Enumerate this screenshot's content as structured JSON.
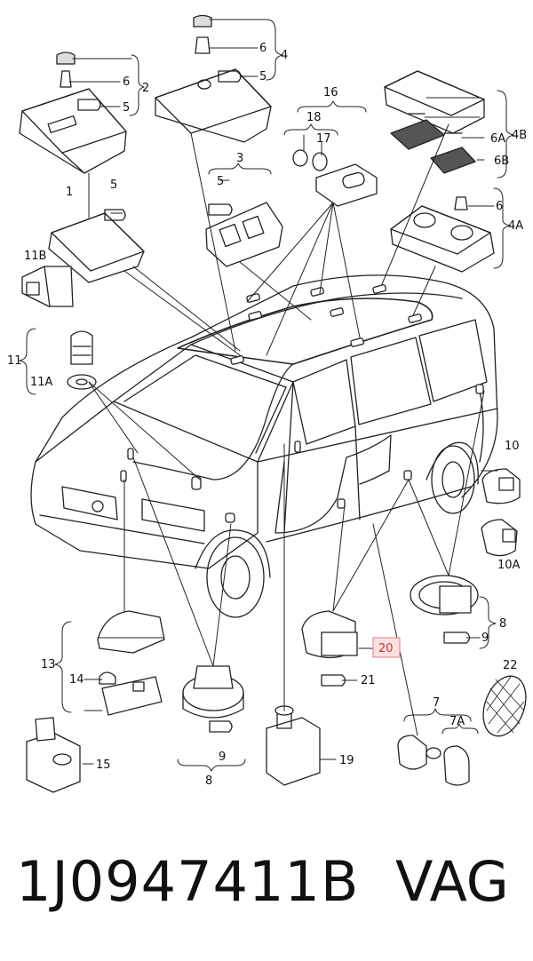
{
  "callouts": {
    "c1": "1",
    "c2": "2",
    "c3": "3",
    "c4": "4",
    "c4A": "4A",
    "c4B": "4B",
    "c5a": "5",
    "c5b": "5",
    "c5c": "5",
    "c5d": "5",
    "c6a": "6",
    "c6b": "6",
    "c6c": "6",
    "c6A": "6A",
    "c6B": "6B",
    "c7": "7",
    "c7A": "7A",
    "c8a": "8",
    "c8b": "8",
    "c9a": "9",
    "c9b": "9",
    "c10": "10",
    "c10A": "10A",
    "c11": "11",
    "c11A": "11A",
    "c11B": "11B",
    "c13": "13",
    "c14": "14",
    "c15": "15",
    "c16": "16",
    "c17": "17",
    "c18": "18",
    "c19": "19",
    "c20": "20",
    "c21": "21",
    "c22": "22"
  },
  "footer": {
    "part_number": "1J0947411B",
    "brand": "VAG"
  },
  "colors": {
    "line": "#222222",
    "highlight_fill": "#fbe0e3",
    "highlight_stroke": "#e07a86",
    "highlight_text": "#c0392b"
  }
}
